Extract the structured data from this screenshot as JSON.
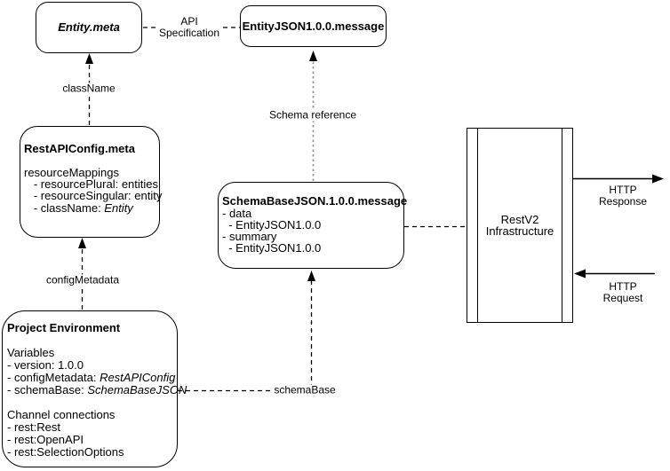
{
  "diagram": {
    "entity_meta": {
      "title": "Entity.meta"
    },
    "entity_json_message": {
      "title": "EntityJSON1.0.0.message"
    },
    "rest_api_config": {
      "title": "RestAPIConfig.meta",
      "section": "resourceMappings",
      "items": [
        "   - resourcePlural: entities",
        "   - resourceSingular: entity"
      ],
      "class_name_prefix": "   - className: ",
      "class_name_value": "Entity"
    },
    "schema_base_json": {
      "title": "SchemaBaseJSON.1.0.0.message",
      "lines": [
        "- data",
        "  - EntityJSON1.0.0",
        "- summary",
        "  - EntityJSON1.0.0"
      ]
    },
    "project_environment": {
      "title": "Project Environment",
      "variables_header": "Variables",
      "version_line": "- version: 1.0.0",
      "config_metadata_prefix": "- configMetadata: ",
      "config_metadata_value": "RestAPIConfig",
      "schema_base_prefix": "- schemaBase: ",
      "schema_base_value": "SchemaBaseJSON",
      "channels_header": "Channel connections",
      "channel_items": [
        "- rest:Rest",
        "- rest:OpenAPI",
        "- rest:SelectionOptions"
      ]
    },
    "restv2": {
      "label": "RestV2\nInfrastructure"
    },
    "labels": {
      "api_specification": "API\nSpecification",
      "class_name": "className",
      "schema_reference": "Schema reference",
      "config_metadata": "configMetadata",
      "schema_base": "schemaBase",
      "http_response": "HTTP Response",
      "http_request": "HTTP Request"
    },
    "colors": {
      "line": "#000000",
      "schema_reference_line": "#8f8f8f",
      "background": "#ffffff"
    }
  }
}
